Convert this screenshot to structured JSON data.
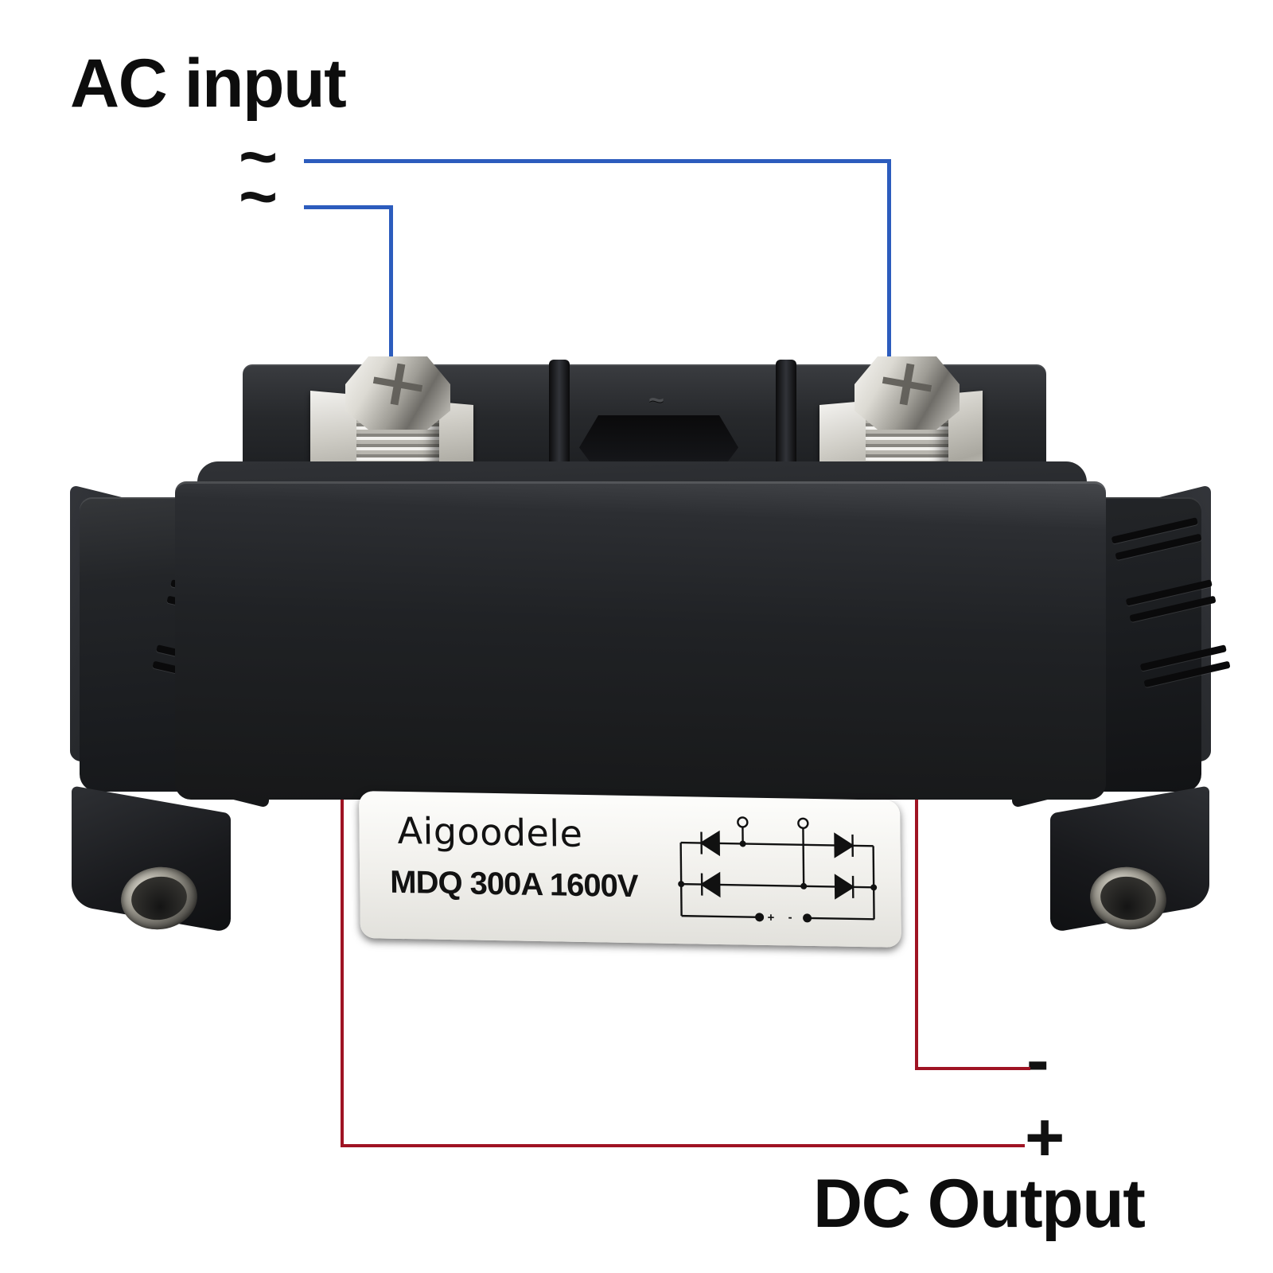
{
  "annotations": {
    "ac_input_label": "AC input",
    "dc_output_label": "DC Output",
    "ac_tilde_top": "~",
    "ac_tilde_bottom": "~",
    "dc_minus_sign": "-",
    "dc_plus_sign": "+"
  },
  "colors": {
    "ac_line": "#2c5cbd",
    "dc_line": "#9f1323",
    "label_text": "#0d0d0d",
    "body_black": "#1c1c1e",
    "terminal_metal": "#dcdad3",
    "label_background": "#f4f3ef"
  },
  "device": {
    "type": "single-phase bridge rectifier module",
    "body_color": "#1c1c1e",
    "molded_mark": "~",
    "label": {
      "brand": "Aigoodele",
      "model": "MDQ 300A 1600V",
      "schematic_caption_plus": "+",
      "schematic_caption_minus": "-"
    },
    "terminals": [
      {
        "id": "ac-left",
        "role": "AC input",
        "symbol": "~",
        "position": "rear-left"
      },
      {
        "id": "ac-right",
        "role": "AC input",
        "symbol": "~",
        "position": "rear-right"
      },
      {
        "id": "dc-left",
        "role": "DC output",
        "symbol": "+",
        "position": "front-left"
      },
      {
        "id": "dc-right",
        "role": "DC output",
        "symbol": "-",
        "position": "front-right"
      }
    ],
    "mounting_holes": 2,
    "vent_slot_groups": 6
  },
  "schematic": {
    "type": "full-wave single-phase bridge rectifier",
    "diode_count": 4,
    "ac_nodes": 2,
    "dc_nodes": 2,
    "plus_label": "+",
    "minus_label": "-"
  }
}
